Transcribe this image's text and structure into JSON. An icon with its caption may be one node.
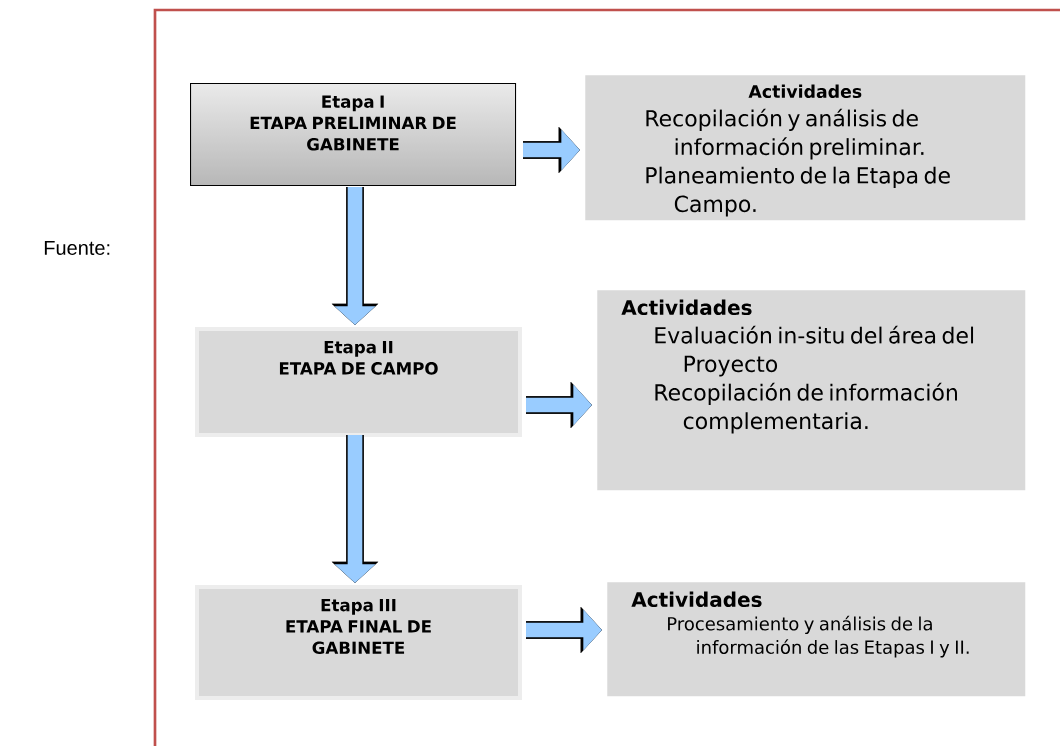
{
  "diagram": {
    "nodes": [
      {
        "text": [
          "Etapa I",
          "ETAPA PRELIMINAR DE GABINETE"
        ]
      },
      {
        "text": [
          "Actividades",
          "Recopilación y análisis de información preliminar.",
          "Planeamiento de la Etapa de Campo."
        ]
      },
      {
        "text": [
          "Etapa II",
          "ETAPA DE CAMPO"
        ]
      },
      {
        "text": [
          "Actividades",
          "Evaluación in-situ del área del Proyecto",
          "Recopilación de información complementaria."
        ]
      },
      {
        "text": [
          "Etapa III",
          "ETAPA FINAL DE GABINETE"
        ]
      },
      {
        "text": [
          "Actividades",
          "Procesamiento y análisis de la información de las Etapas I y II."
        ]
      }
    ],
    "edges": [
      {
        "from": 0,
        "to": 1,
        "arrow": "to"
      },
      {
        "from": 0,
        "to": 2,
        "arrow": "to"
      },
      {
        "from": 2,
        "to": 3,
        "arrow": "to"
      },
      {
        "from": 2,
        "to": 4,
        "arrow": "to"
      },
      {
        "from": 4,
        "to": 5,
        "arrow": "to"
      }
    ],
    "labels": [
      "Fuente:"
    ]
  }
}
